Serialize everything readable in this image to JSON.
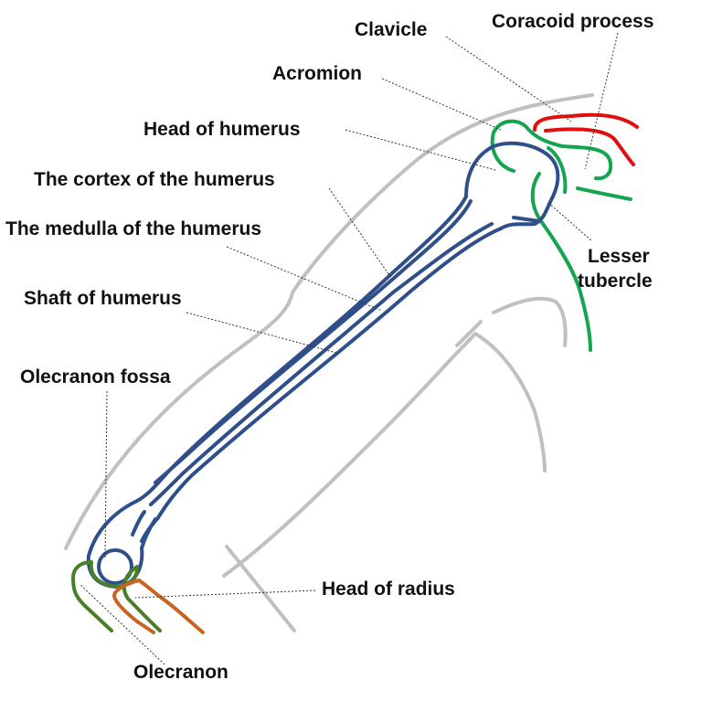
{
  "colors": {
    "body_outline": "#c0c0c0",
    "humerus": "#2f4f8a",
    "scapula": "#14a550",
    "clavicle": "#e01010",
    "ulna": "#4a7f2a",
    "radius": "#c86420",
    "label_text": "#111111"
  },
  "labels": {
    "clavicle": "Clavicle",
    "coracoid_process": "Coracoid process",
    "acromion": "Acromion",
    "head_of_humerus": "Head of humerus",
    "cortex_of_humerus": "The cortex of the humerus",
    "medulla_of_humerus": "The medulla of the humerus",
    "shaft_of_humerus": "Shaft of humerus",
    "lesser_tubercle_line1": "Lesser",
    "lesser_tubercle_line2": "tubercle",
    "olecranon_fossa": "Olecranon fossa",
    "head_of_radius": "Head of radius",
    "olecranon": "Olecranon"
  }
}
